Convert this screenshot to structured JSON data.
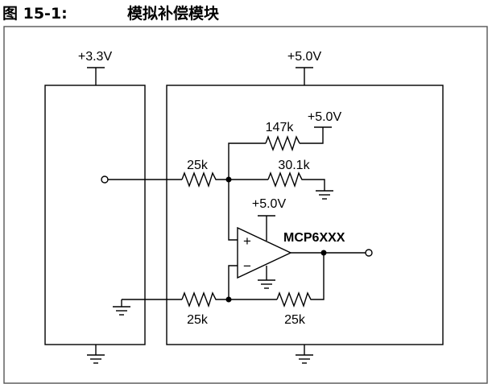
{
  "figure": {
    "label": "图 15-1:",
    "title": "模拟补偿模块"
  },
  "circuit": {
    "left_block_supply": "+3.3V",
    "right_block_supply": "+5.0V",
    "feedback_pullup_supply": "+5.0V",
    "opamp_supply": "+5.0V",
    "opamp_part": "MCP6XXX",
    "opamp_plus": "+",
    "opamp_minus": "−",
    "r_feedback_top": "147k",
    "r_input": "25k",
    "r_divider": "30.1k",
    "r_ground_input": "25k",
    "r_gain": "25k"
  }
}
